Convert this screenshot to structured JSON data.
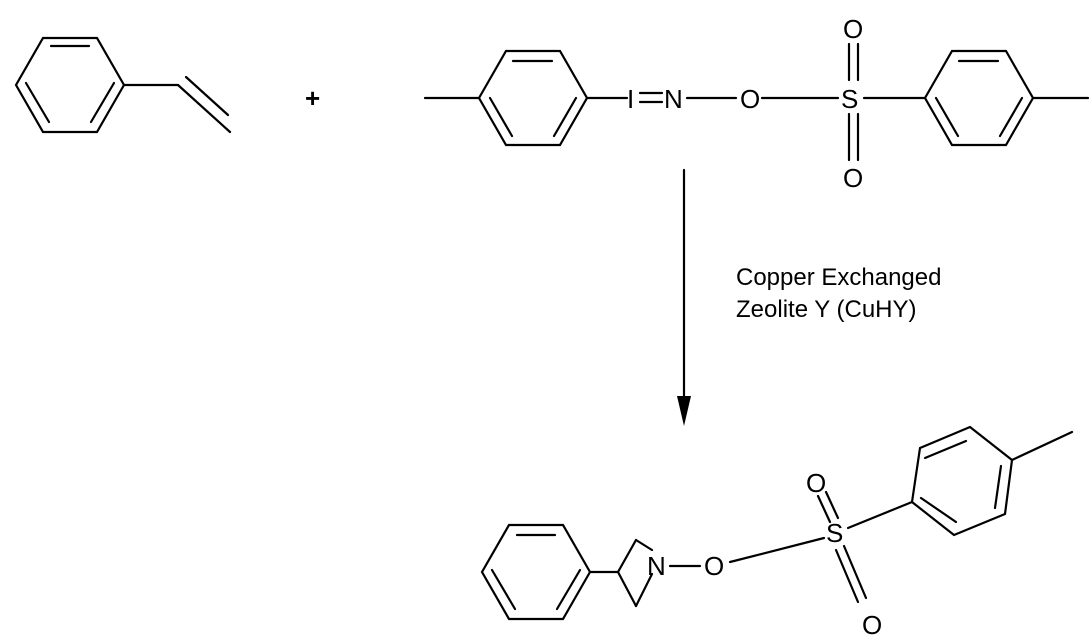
{
  "reaction": {
    "plus_sign": "+",
    "reagent": {
      "atoms": {
        "iodine": "I",
        "nitrogen": "N",
        "oxygen_bridge": "O",
        "sulfur": "S",
        "oxygen_top": "O",
        "oxygen_bottom": "O"
      }
    },
    "conditions": {
      "line1": "Copper Exchanged",
      "line2": "Zeolite Y (CuHY)"
    },
    "product": {
      "atoms": {
        "nitrogen": "N",
        "oxygen_bridge": "O",
        "sulfur": "S",
        "oxygen_top": "O",
        "oxygen_bottom": "O"
      }
    }
  },
  "colors": {
    "ink": "#000000",
    "background": "#ffffff"
  }
}
